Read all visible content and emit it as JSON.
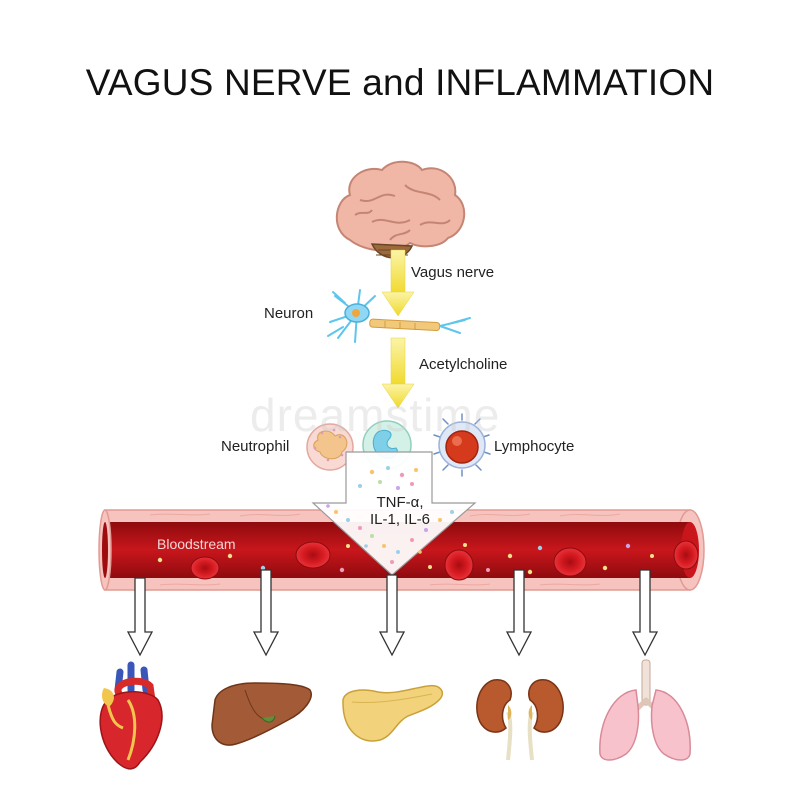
{
  "title": "VAGUS NERVE and INFLAMMATION",
  "labels": {
    "vagus_nerve": "Vagus nerve",
    "neuron": "Neuron",
    "acetylcholine": "Acetylcholine",
    "neutrophil": "Neutrophil",
    "lymphocyte": "Lymphocyte",
    "cytokines_line1": "TNF-α,",
    "cytokines_line2": "IL-1, IL-6",
    "bloodstream": "Bloodstream"
  },
  "watermark": "dreamstime",
  "organs": [
    "heart-icon",
    "liver-icon",
    "pancreas-icon",
    "kidneys-icon",
    "lungs-icon"
  ],
  "colors": {
    "arrow_yellow": "#f2e04a",
    "vessel_red": "#c4161c",
    "vessel_wall": "#f6c3bf",
    "rbc": "#d01820"
  }
}
